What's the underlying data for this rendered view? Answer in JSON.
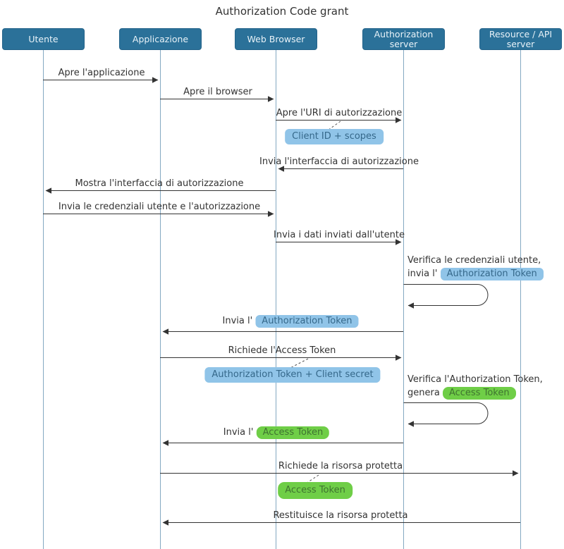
{
  "title": "Authorization Code grant",
  "actors": [
    {
      "label": "Utente"
    },
    {
      "label": "Applicazione"
    },
    {
      "label": "Web Browser"
    },
    {
      "label": "Authorization server"
    },
    {
      "label": "Resource / API server"
    }
  ],
  "messages": {
    "m1": {
      "text": "Apre l'applicazione",
      "from": "Utente",
      "to": "Applicazione"
    },
    "m2": {
      "text": "Apre il browser",
      "from": "Applicazione",
      "to": "Web Browser"
    },
    "m3": {
      "text": "Apre l'URI di autorizzazione",
      "from": "Web Browser",
      "to": "Authorization server"
    },
    "m4": {
      "text": "Invia l'interfaccia di autorizzazione",
      "from": "Authorization server",
      "to": "Web Browser"
    },
    "m5": {
      "text": "Mostra l'interfaccia di autorizzazione",
      "from": "Web Browser",
      "to": "Utente"
    },
    "m6": {
      "text": "Invia le credenziali utente e l'autorizzazione",
      "from": "Utente",
      "to": "Web Browser"
    },
    "m7": {
      "text": "Invia i dati inviati dall'utente",
      "from": "Web Browser",
      "to": "Authorization server"
    },
    "m8": {
      "line1": "Verifica le credenziali utente,",
      "line2_prefix": "invia l'",
      "chip": "Authorization Token",
      "self_of": "Authorization server"
    },
    "m9": {
      "prefix": "Invia l'",
      "chip": "Authorization Token",
      "from": "Authorization server",
      "to": "Applicazione"
    },
    "m10": {
      "text": "Richiede l'Access Token",
      "from": "Applicazione",
      "to": "Authorization server"
    },
    "m11": {
      "line1": "Verifica l'Authorization Token,",
      "line2_prefix": "genera",
      "chip": "Access Token",
      "self_of": "Authorization server"
    },
    "m12": {
      "prefix": "Invia l'",
      "chip": "Access Token",
      "from": "Authorization server",
      "to": "Applicazione"
    },
    "m13": {
      "text": "Richiede la risorsa protetta",
      "from": "Applicazione",
      "to": "Resource / API server"
    },
    "m14": {
      "text": "Restituisce la risorsa protetta",
      "from": "Resource / API server",
      "to": "Applicazione"
    }
  },
  "notes": {
    "n1": {
      "text": "Client ID + scopes",
      "color": "blue"
    },
    "n2": {
      "text": "Authorization Token + Client secret",
      "color": "blue"
    },
    "n3": {
      "text": "Access Token",
      "color": "green"
    }
  },
  "colors": {
    "actor_fill": "#2b7199",
    "actor_text": "#e8f2f8",
    "lifeline": "#84a8c2",
    "arrow": "#333333",
    "note_blue_bg": "#90c4e8",
    "note_blue_text": "#35688a",
    "note_green_bg": "#6fce47",
    "note_green_text": "#3f7330"
  }
}
